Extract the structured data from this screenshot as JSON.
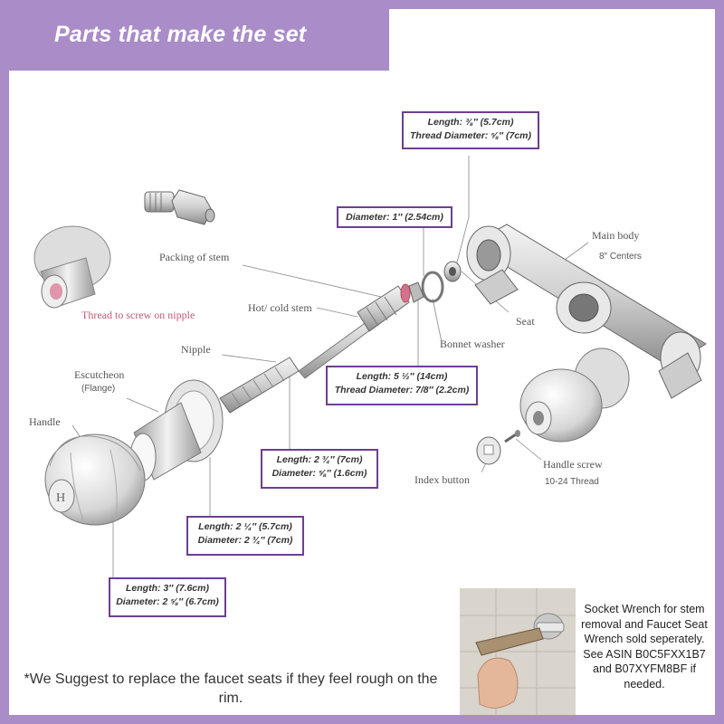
{
  "title": "Parts that make the set",
  "labels": {
    "packing_of_stem": "Packing of stem",
    "thread_to_screw": "Thread to screw on nipple",
    "hot_cold_stem": "Hot/ cold stem",
    "nipple": "Nipple",
    "escutcheon": "Escutcheon",
    "flange": "(Flange)",
    "handle": "Handle",
    "main_body": "Main body",
    "centers": "8″ Centers",
    "seat": "Seat",
    "bonnet_washer": "Bonnet washer",
    "index_button": "Index button",
    "handle_screw": "Handle screw",
    "thread_spec": "10-24 Thread",
    "handle_letter": "H"
  },
  "dimensions": {
    "seat": [
      "Length: ⅜″ (5.7cm)",
      "Thread Diameter: ⅝″ (7cm)"
    ],
    "washer": [
      "Diameter: 1″ (2.54cm)"
    ],
    "stem": [
      "Length: 5 ½″ (14cm)",
      "Thread Diameter: 7/8″ (2.2cm)"
    ],
    "nipple": [
      "Length: 2 ¾″ (7cm)",
      "Diameter: ⅝″ (1.6cm)"
    ],
    "escutcheon": [
      "Length: 2 ¼″ (5.7cm)",
      "Diameter: 2 ¾″ (7cm)"
    ],
    "handle": [
      "Length: 3″ (7.6cm)",
      "Diameter: 2 ⅝″ (6.7cm)"
    ]
  },
  "note": "*We Suggest to replace the faucet seats if they feel rough on the rim.",
  "wrench_note": "Socket Wrench for stem removal and Faucet Seat Wrench sold seperately. See ASIN B0C5FXX1B7 and B07XYFM8BF if needed.",
  "colors": {
    "accent": "#a98cc8",
    "box_border": "#6d3f8e",
    "pink": "#d96f8e"
  }
}
